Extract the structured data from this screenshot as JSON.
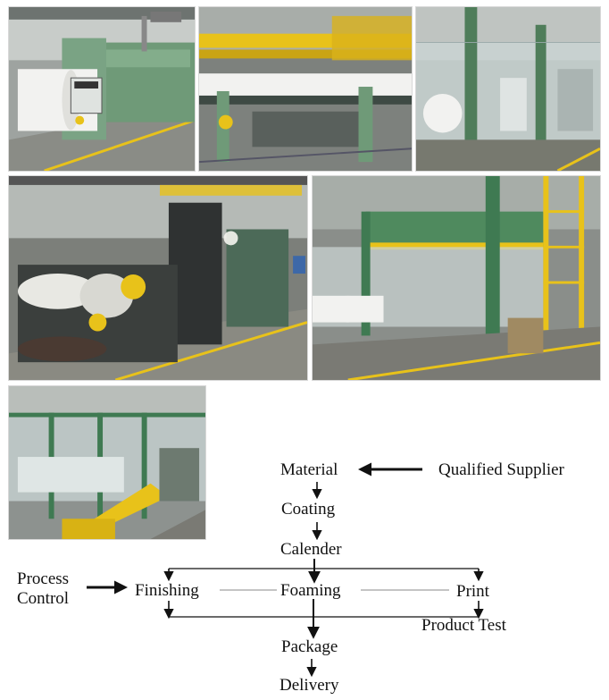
{
  "photos": [
    {
      "id": "photo-1",
      "subject": "coating line with white fabric roll and control panel"
    },
    {
      "id": "photo-2",
      "subject": "yellow rollers and guide rails of calender unit"
    },
    {
      "id": "photo-3",
      "subject": "glass-enclosed clean room with green columns"
    },
    {
      "id": "photo-4",
      "subject": "dark calender machine with large rollers"
    },
    {
      "id": "photo-5",
      "subject": "long enclosed production line with white rolls and yellow ladder"
    },
    {
      "id": "photo-6",
      "subject": "glass-enclosed finishing line with yellow frame"
    }
  ],
  "flow": {
    "material": "Material",
    "qualified_supplier": "Qualified Supplier",
    "coating": "Coating",
    "calender": "Calender",
    "process_control_line1": "Process",
    "process_control_line2": "Control",
    "finishing": "Finishing",
    "foaming": "Foaming",
    "print": "Print",
    "product_test": "Product Test",
    "package": "Package",
    "delivery": "Delivery"
  },
  "colors": {
    "floor": "#8a8c86",
    "machine_green": "#5f8d6b",
    "yellow": "#e8c21a",
    "paper_white": "#f2f2f0",
    "dark_machine": "#2f3232",
    "wall": "#b7bdb8",
    "text": "#111111"
  }
}
